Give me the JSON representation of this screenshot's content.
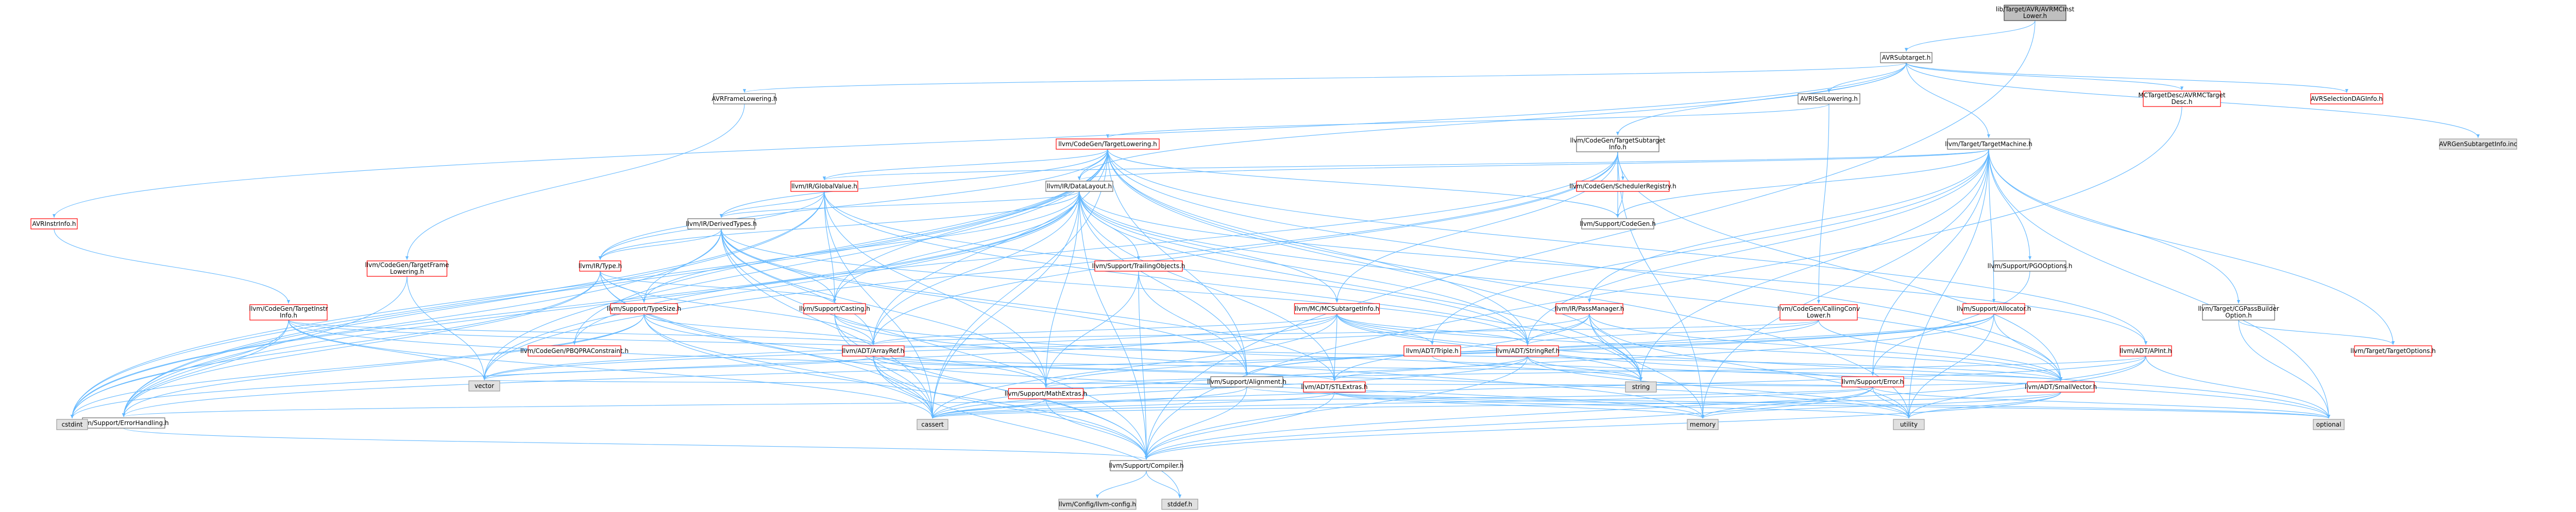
{
  "colors": {
    "edge": "#63b8ff",
    "root_fill": "#bfbfbf",
    "root_border": "#404040",
    "doc_fill": "#ffffff",
    "doc_border": "#666666",
    "undoc_border": "#ff0000",
    "system_fill": "#e0e0e0",
    "system_border": "#999999"
  },
  "nodes": [
    {
      "id": "root",
      "kind": "root",
      "lines": [
        "lib/Target/AVR/AVRMCInst",
        "Lower.h"
      ]
    },
    {
      "id": "avrsubtarget",
      "kind": "doc",
      "lines": [
        "AVRSubtarget.h"
      ]
    },
    {
      "id": "avrframelowering",
      "kind": "doc",
      "lines": [
        "AVRFrameLowering.h"
      ]
    },
    {
      "id": "avrisellowering",
      "kind": "doc",
      "lines": [
        "AVRISelLowering.h"
      ]
    },
    {
      "id": "mctargetdesc",
      "kind": "undoc",
      "lines": [
        "MCTargetDesc/AVRMCTarget",
        "Desc.h"
      ]
    },
    {
      "id": "avrselectiondag",
      "kind": "undoc",
      "lines": [
        "AVRSelectionDAGInfo.h"
      ]
    },
    {
      "id": "avrgensubtargetinfo",
      "kind": "system",
      "lines": [
        "AVRGenSubtargetInfo.inc"
      ]
    },
    {
      "id": "avrinstrinfo",
      "kind": "undoc",
      "lines": [
        "AVRInstrInfo.h"
      ]
    },
    {
      "id": "targetlowering",
      "kind": "undoc",
      "lines": [
        "llvm/CodeGen/TargetLowering.h"
      ]
    },
    {
      "id": "targetsubtargetinfo",
      "kind": "doc",
      "lines": [
        "llvm/CodeGen/TargetSubtarget",
        "Info.h"
      ]
    },
    {
      "id": "targetmachine",
      "kind": "doc",
      "lines": [
        "llvm/Target/TargetMachine.h"
      ]
    },
    {
      "id": "globalvalue",
      "kind": "undoc",
      "lines": [
        "llvm/IR/GlobalValue.h"
      ]
    },
    {
      "id": "datalayout",
      "kind": "doc",
      "lines": [
        "llvm/IR/DataLayout.h"
      ]
    },
    {
      "id": "scheduleregistry",
      "kind": "undoc",
      "lines": [
        "llvm/CodeGen/SchedulerRegistry.h"
      ]
    },
    {
      "id": "codegen",
      "kind": "doc",
      "lines": [
        "llvm/Support/CodeGen.h"
      ]
    },
    {
      "id": "pgooptions",
      "kind": "doc",
      "lines": [
        "llvm/Support/PGOOptions.h"
      ]
    },
    {
      "id": "derivedtypes",
      "kind": "doc",
      "lines": [
        "llvm/IR/DerivedTypes.h"
      ]
    },
    {
      "id": "targetframelowering",
      "kind": "undoc",
      "lines": [
        "llvm/CodeGen/TargetFrame",
        "Lowering.h"
      ]
    },
    {
      "id": "type",
      "kind": "undoc",
      "lines": [
        "llvm/IR/Type.h"
      ]
    },
    {
      "id": "targetinstrinfo",
      "kind": "undoc",
      "lines": [
        "llvm/CodeGen/TargetInstr",
        "Info.h"
      ]
    },
    {
      "id": "typesize",
      "kind": "undoc",
      "lines": [
        "llvm/Support/TypeSize.h"
      ]
    },
    {
      "id": "casting",
      "kind": "undoc",
      "lines": [
        "llvm/Support/Casting.h"
      ]
    },
    {
      "id": "trailingobjects",
      "kind": "undoc",
      "lines": [
        "llvm/Support/TrailingObjects.h"
      ]
    },
    {
      "id": "mcsubtargetinfo",
      "kind": "undoc",
      "lines": [
        "llvm/MC/MCSubtargetInfo.h"
      ]
    },
    {
      "id": "passmanager",
      "kind": "undoc",
      "lines": [
        "llvm/IR/PassManager.h"
      ]
    },
    {
      "id": "callingconvlower",
      "kind": "undoc",
      "lines": [
        "llvm/CodeGen/CallingConv",
        "Lower.h"
      ]
    },
    {
      "id": "allocator",
      "kind": "undoc",
      "lines": [
        "llvm/Support/Allocator.h"
      ]
    },
    {
      "id": "cgpassbuilder",
      "kind": "doc",
      "lines": [
        "llvm/Target/CGPassBuilder",
        "Option.h"
      ]
    },
    {
      "id": "pbqprbconstraint",
      "kind": "undoc",
      "lines": [
        "llvm/CodeGen/PBQPRAConstraint.h"
      ]
    },
    {
      "id": "arrayref",
      "kind": "undoc",
      "lines": [
        "llvm/ADT/ArrayRef.h"
      ]
    },
    {
      "id": "alignment",
      "kind": "doc",
      "lines": [
        "llvm/Support/Alignment.h"
      ]
    },
    {
      "id": "triple",
      "kind": "undoc",
      "lines": [
        "llvm/ADT/Triple.h"
      ]
    },
    {
      "id": "stringref",
      "kind": "undoc",
      "lines": [
        "llvm/ADT/StringRef.h"
      ]
    },
    {
      "id": "error",
      "kind": "undoc",
      "lines": [
        "llvm/Support/Error.h"
      ]
    },
    {
      "id": "apint",
      "kind": "undoc",
      "lines": [
        "llvm/ADT/APInt.h"
      ]
    },
    {
      "id": "targetoptions",
      "kind": "undoc",
      "lines": [
        "llvm/Target/TargetOptions.h"
      ]
    },
    {
      "id": "vector",
      "kind": "system",
      "lines": [
        "vector"
      ]
    },
    {
      "id": "string",
      "kind": "system",
      "lines": [
        "string"
      ]
    },
    {
      "id": "mathextras",
      "kind": "undoc",
      "lines": [
        "llvm/Support/MathExtras.h"
      ]
    },
    {
      "id": "stlextras",
      "kind": "undoc",
      "lines": [
        "llvm/ADT/STLExtras.h"
      ]
    },
    {
      "id": "smallvector",
      "kind": "undoc",
      "lines": [
        "llvm/ADT/SmallVector.h"
      ]
    },
    {
      "id": "errorhandling",
      "kind": "doc",
      "lines": [
        "llvm/Support/ErrorHandling.h"
      ]
    },
    {
      "id": "cstdint",
      "kind": "system",
      "lines": [
        "cstdint"
      ]
    },
    {
      "id": "cassert",
      "kind": "system",
      "lines": [
        "cassert"
      ]
    },
    {
      "id": "memory",
      "kind": "system",
      "lines": [
        "memory"
      ]
    },
    {
      "id": "utility",
      "kind": "system",
      "lines": [
        "utility"
      ]
    },
    {
      "id": "optional",
      "kind": "system",
      "lines": [
        "optional"
      ]
    },
    {
      "id": "compiler",
      "kind": "doc",
      "lines": [
        "llvm/Support/Compiler.h"
      ]
    },
    {
      "id": "llvmconfig",
      "kind": "system",
      "lines": [
        "llvm/Config/llvm-config.h"
      ]
    },
    {
      "id": "cstddef",
      "kind": "system",
      "lines": [
        "stddef.h"
      ]
    }
  ],
  "edges": [
    [
      "root",
      "avrsubtarget"
    ],
    [
      "root",
      "compiler"
    ],
    [
      "avrsubtarget",
      "avrframelowering"
    ],
    [
      "avrsubtarget",
      "avrisellowering"
    ],
    [
      "avrsubtarget",
      "mctargetdesc"
    ],
    [
      "avrsubtarget",
      "avrselectiondag"
    ],
    [
      "avrsubtarget",
      "avrgensubtargetinfo"
    ],
    [
      "avrsubtarget",
      "avrinstrinfo"
    ],
    [
      "avrsubtarget",
      "targetsubtargetinfo"
    ],
    [
      "avrsubtarget",
      "targetmachine"
    ],
    [
      "avrsubtarget",
      "datalayout"
    ],
    [
      "avrframelowering",
      "targetframelowering"
    ],
    [
      "avrisellowering",
      "targetlowering"
    ],
    [
      "avrisellowering",
      "callingconvlower"
    ],
    [
      "mctargetdesc",
      "compiler"
    ],
    [
      "avrinstrinfo",
      "targetinstrinfo"
    ],
    [
      "targetlowering",
      "globalvalue"
    ],
    [
      "targetlowering",
      "datalayout"
    ],
    [
      "targetlowering",
      "derivedtypes"
    ],
    [
      "targetlowering",
      "type"
    ],
    [
      "targetlowering",
      "casting"
    ],
    [
      "targetlowering",
      "arrayref"
    ],
    [
      "targetlowering",
      "alignment"
    ],
    [
      "targetlowering",
      "stringref"
    ],
    [
      "targetlowering",
      "smallvector"
    ],
    [
      "targetlowering",
      "errorhandling"
    ],
    [
      "targetlowering",
      "cstdint"
    ],
    [
      "targetlowering",
      "cassert"
    ],
    [
      "targetlowering",
      "vector"
    ],
    [
      "targetlowering",
      "string"
    ],
    [
      "targetlowering",
      "utility"
    ],
    [
      "targetlowering",
      "codegen"
    ],
    [
      "targetlowering",
      "pbqprbconstraint"
    ],
    [
      "targetlowering",
      "apint"
    ],
    [
      "targetsubtargetinfo",
      "scheduleregistry"
    ],
    [
      "targetsubtargetinfo",
      "codegen"
    ],
    [
      "targetsubtargetinfo",
      "mcsubtargetinfo"
    ],
    [
      "targetsubtargetinfo",
      "arrayref"
    ],
    [
      "targetsubtargetinfo",
      "smallvector"
    ],
    [
      "targetsubtargetinfo",
      "memory"
    ],
    [
      "targetsubtargetinfo",
      "vector"
    ],
    [
      "targetsubtargetinfo",
      "pbqprbconstraint"
    ],
    [
      "targetmachine",
      "datalayout"
    ],
    [
      "targetmachine",
      "passmanager"
    ],
    [
      "targetmachine",
      "codegen"
    ],
    [
      "targetmachine",
      "pgooptions"
    ],
    [
      "targetmachine",
      "allocator"
    ],
    [
      "targetmachine",
      "cgpassbuilder"
    ],
    [
      "targetmachine",
      "targetoptions"
    ],
    [
      "targetmachine",
      "triple"
    ],
    [
      "targetmachine",
      "stringref"
    ],
    [
      "targetmachine",
      "error"
    ],
    [
      "targetmachine",
      "optional"
    ],
    [
      "targetmachine",
      "string"
    ],
    [
      "targetmachine",
      "utility"
    ],
    [
      "targetmachine",
      "memory"
    ],
    [
      "targetmachine",
      "globalvalue"
    ],
    [
      "globalvalue",
      "derivedtypes"
    ],
    [
      "globalvalue",
      "type"
    ],
    [
      "globalvalue",
      "casting"
    ],
    [
      "globalvalue",
      "errorhandling"
    ],
    [
      "globalvalue",
      "cassert"
    ],
    [
      "globalvalue",
      "cstdint"
    ],
    [
      "globalvalue",
      "string"
    ],
    [
      "globalvalue",
      "stringref"
    ],
    [
      "globalvalue",
      "mathextras"
    ],
    [
      "datalayout",
      "derivedtypes"
    ],
    [
      "datalayout",
      "type"
    ],
    [
      "datalayout",
      "typesize"
    ],
    [
      "datalayout",
      "casting"
    ],
    [
      "datalayout",
      "trailingobjects"
    ],
    [
      "datalayout",
      "alignment"
    ],
    [
      "datalayout",
      "arrayref"
    ],
    [
      "datalayout",
      "stringref"
    ],
    [
      "datalayout",
      "smallvector"
    ],
    [
      "datalayout",
      "stlextras"
    ],
    [
      "datalayout",
      "apint"
    ],
    [
      "datalayout",
      "mathextras"
    ],
    [
      "datalayout",
      "errorhandling"
    ],
    [
      "datalayout",
      "cassert"
    ],
    [
      "datalayout",
      "cstdint"
    ],
    [
      "datalayout",
      "string"
    ],
    [
      "datalayout",
      "compiler"
    ],
    [
      "datalayout",
      "vector"
    ],
    [
      "datalayout",
      "mcsubtargetinfo"
    ],
    [
      "scheduleregistry",
      "codegen"
    ],
    [
      "pgooptions",
      "error"
    ],
    [
      "derivedtypes",
      "type"
    ],
    [
      "derivedtypes",
      "typesize"
    ],
    [
      "derivedtypes",
      "casting"
    ],
    [
      "derivedtypes",
      "arrayref"
    ],
    [
      "derivedtypes",
      "stringref"
    ],
    [
      "derivedtypes",
      "stlextras"
    ],
    [
      "derivedtypes",
      "compiler"
    ],
    [
      "derivedtypes",
      "cassert"
    ],
    [
      "derivedtypes",
      "cstdint"
    ],
    [
      "derivedtypes",
      "mathextras"
    ],
    [
      "derivedtypes",
      "alignment"
    ],
    [
      "targetframelowering",
      "vector"
    ],
    [
      "targetframelowering",
      "errorhandling"
    ],
    [
      "type",
      "typesize"
    ],
    [
      "type",
      "casting"
    ],
    [
      "type",
      "arrayref"
    ],
    [
      "type",
      "errorhandling"
    ],
    [
      "type",
      "compiler"
    ],
    [
      "type",
      "cassert"
    ],
    [
      "type",
      "cstdint"
    ],
    [
      "targetinstrinfo",
      "arrayref"
    ],
    [
      "targetinstrinfo",
      "errorhandling"
    ],
    [
      "targetinstrinfo",
      "cstdint"
    ],
    [
      "targetinstrinfo",
      "cassert"
    ],
    [
      "targetinstrinfo",
      "vector"
    ],
    [
      "targetinstrinfo",
      "utility"
    ],
    [
      "targetinstrinfo",
      "smallvector"
    ],
    [
      "typesize",
      "mathextras"
    ],
    [
      "typesize",
      "errorhandling"
    ],
    [
      "typesize",
      "compiler"
    ],
    [
      "typesize",
      "cassert"
    ],
    [
      "typesize",
      "cstdint"
    ],
    [
      "typesize",
      "arrayref"
    ],
    [
      "casting",
      "compiler"
    ],
    [
      "casting",
      "cassert"
    ],
    [
      "casting",
      "memory"
    ],
    [
      "casting",
      "optional"
    ],
    [
      "trailingobjects",
      "alignment"
    ],
    [
      "trailingobjects",
      "mathextras"
    ],
    [
      "trailingobjects",
      "compiler"
    ],
    [
      "mcsubtargetinfo",
      "arrayref"
    ],
    [
      "mcsubtargetinfo",
      "stringref"
    ],
    [
      "mcsubtargetinfo",
      "triple"
    ],
    [
      "mcsubtargetinfo",
      "stlextras"
    ],
    [
      "mcsubtargetinfo",
      "smallvector"
    ],
    [
      "mcsubtargetinfo",
      "cassert"
    ],
    [
      "mcsubtargetinfo",
      "cstdint"
    ],
    [
      "mcsubtargetinfo",
      "optional"
    ],
    [
      "mcsubtargetinfo",
      "string"
    ],
    [
      "mcsubtargetinfo",
      "vector"
    ],
    [
      "passmanager",
      "stlextras"
    ],
    [
      "passmanager",
      "stringref"
    ],
    [
      "passmanager",
      "smallvector"
    ],
    [
      "passmanager",
      "memory"
    ],
    [
      "passmanager",
      "vector"
    ],
    [
      "passmanager",
      "utility"
    ],
    [
      "passmanager",
      "string"
    ],
    [
      "callingconvlower",
      "arrayref"
    ],
    [
      "callingconvlower",
      "smallvector"
    ],
    [
      "callingconvlower",
      "alignment"
    ],
    [
      "callingconvlower",
      "stringref"
    ],
    [
      "allocator",
      "alignment"
    ],
    [
      "allocator",
      "mathextras"
    ],
    [
      "allocator",
      "errorhandling"
    ],
    [
      "allocator",
      "smallvector"
    ],
    [
      "allocator",
      "cassert"
    ],
    [
      "allocator",
      "utility"
    ],
    [
      "cgpassbuilder",
      "optional"
    ],
    [
      "cgpassbuilder",
      "targetoptions"
    ],
    [
      "arrayref",
      "compiler"
    ],
    [
      "arrayref",
      "stlextras"
    ],
    [
      "arrayref",
      "smallvector"
    ],
    [
      "arrayref",
      "cassert"
    ],
    [
      "arrayref",
      "memory"
    ],
    [
      "arrayref",
      "vector"
    ],
    [
      "arrayref",
      "cstddef"
    ],
    [
      "alignment",
      "mathextras"
    ],
    [
      "alignment",
      "cassert"
    ],
    [
      "alignment",
      "optional"
    ],
    [
      "alignment",
      "compiler"
    ],
    [
      "triple",
      "stringref"
    ],
    [
      "triple",
      "string"
    ],
    [
      "stringref",
      "compiler"
    ],
    [
      "stringref",
      "stlextras"
    ],
    [
      "stringref",
      "cassert"
    ],
    [
      "stringref",
      "string"
    ],
    [
      "stringref",
      "utility"
    ],
    [
      "error",
      "errorhandling"
    ],
    [
      "error",
      "compiler"
    ],
    [
      "error",
      "stringref"
    ],
    [
      "error",
      "smallvector"
    ],
    [
      "error",
      "cassert"
    ],
    [
      "error",
      "memory"
    ],
    [
      "error",
      "optional"
    ],
    [
      "error",
      "utility"
    ],
    [
      "error",
      "string"
    ],
    [
      "error",
      "vector"
    ],
    [
      "apint",
      "mathextras"
    ],
    [
      "apint",
      "compiler"
    ],
    [
      "apint",
      "cassert"
    ],
    [
      "apint",
      "optional"
    ],
    [
      "apint",
      "utility"
    ],
    [
      "mathextras",
      "compiler"
    ],
    [
      "mathextras",
      "cassert"
    ],
    [
      "stlextras",
      "compiler"
    ],
    [
      "stlextras",
      "cassert"
    ],
    [
      "stlextras",
      "memory"
    ],
    [
      "stlextras",
      "utility"
    ],
    [
      "stlextras",
      "optional"
    ],
    [
      "smallvector",
      "compiler"
    ],
    [
      "smallvector",
      "cassert"
    ],
    [
      "smallvector",
      "memory"
    ],
    [
      "smallvector",
      "utility"
    ],
    [
      "errorhandling",
      "compiler"
    ],
    [
      "compiler",
      "llvmconfig"
    ],
    [
      "compiler",
      "cstddef"
    ]
  ]
}
